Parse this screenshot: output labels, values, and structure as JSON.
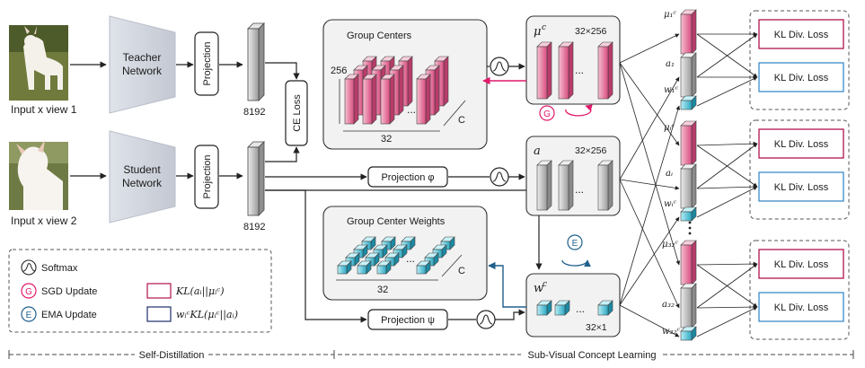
{
  "inputs": {
    "view1_label": "Input x view 1",
    "view2_label": "Input x view 2"
  },
  "networks": {
    "teacher": [
      "Teacher",
      "Network"
    ],
    "student": [
      "Student",
      "Network"
    ],
    "projection": "Projection",
    "dim": "8192",
    "ce_loss": "CE Loss"
  },
  "group_centers": {
    "title": "Group Centers",
    "dim_256": "256",
    "dim_32": "32",
    "dim_c": "C",
    "ellipsis": "..."
  },
  "group_center_weights": {
    "title": "Group Center Weights",
    "dim_32": "32",
    "dim_c": "C",
    "ellipsis": "..."
  },
  "mu_panel": {
    "symbol": "μ",
    "sup": "c",
    "size": "32×256",
    "ellipsis": "..."
  },
  "a_panel": {
    "symbol": "a",
    "size": "32×256",
    "ellipsis": "..."
  },
  "w_panel": {
    "symbol": "w",
    "sup": "c",
    "size": "32×1",
    "ellipsis": "..."
  },
  "projections": {
    "phi": "Projection φ",
    "psi": "Projection ψ"
  },
  "badges": {
    "sgd": "G",
    "ema": "E"
  },
  "legend": {
    "softmax": "Softmax",
    "sgd": "SGD Update",
    "ema": "EMA Update",
    "kl_red": "KL(aᵢ||μᵢᶜ)",
    "kl_blue": "wᵢᶜKL(μᵢᶜ||aᵢ)"
  },
  "vector_labels": {
    "mu1": "μ₁ᶜ",
    "a1": "a₁",
    "w1": "w₁ᶜ",
    "mui": "μᵢᶜ",
    "ai": "aᵢ",
    "wi": "wᵢᶜ",
    "mu32": "μ₃₂ᶜ",
    "a32": "a₃₂",
    "w32": "w₃₂ᶜ"
  },
  "kl_loss": "KL Div. Loss",
  "footer": {
    "left": "Self-Distillation",
    "right": "Sub-Visual Concept Learning"
  },
  "colors": {
    "red": "#c0134e",
    "blue": "#3b8cc9",
    "pink_fill": "#f2a0bb",
    "cyan_fill": "#6fd0e0",
    "gray_fill": "#c8c8c8",
    "dark_blue": "#1f5f8b"
  }
}
